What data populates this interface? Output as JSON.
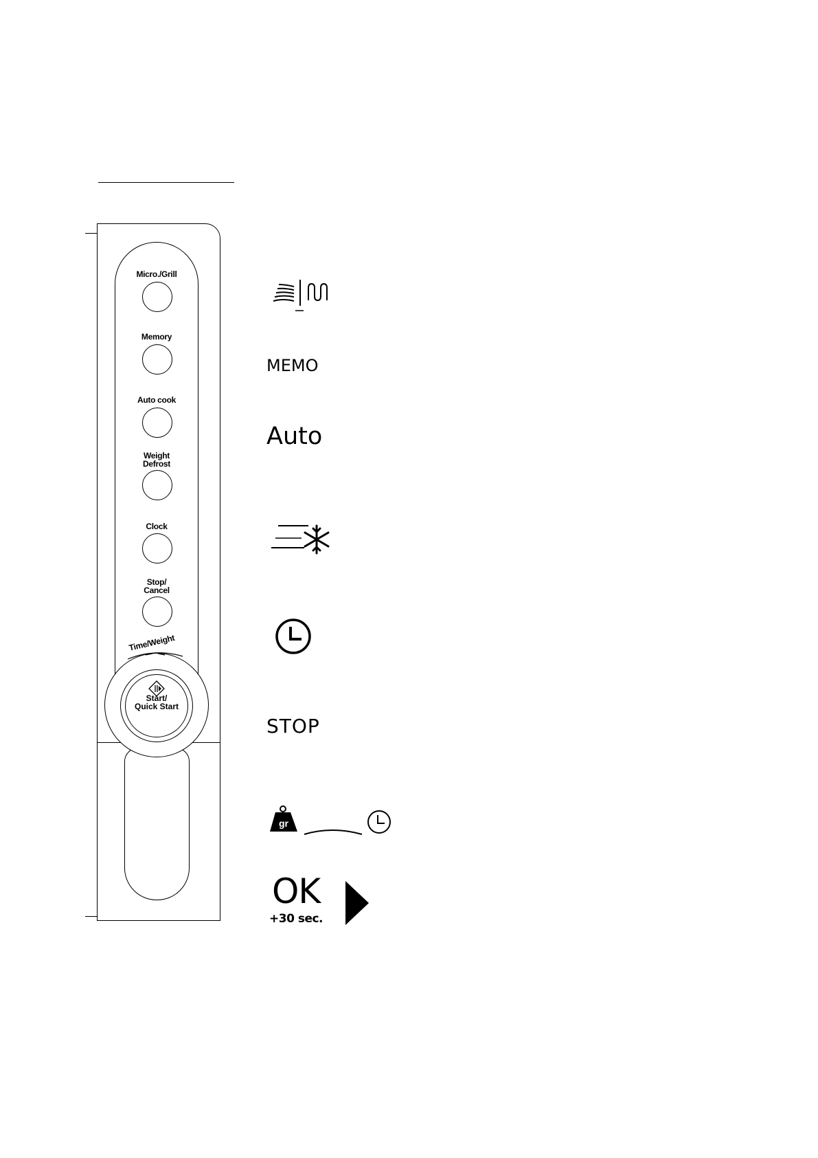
{
  "control_panel": {
    "buttons": [
      {
        "label_lines": [
          "Micro./Grill"
        ]
      },
      {
        "label_lines": [
          "Memory"
        ]
      },
      {
        "label_lines": [
          "Auto cook"
        ]
      },
      {
        "label_lines": [
          "Weight",
          "Defrost"
        ]
      },
      {
        "label_lines": [
          "Clock"
        ]
      },
      {
        "label_lines": [
          "Stop/",
          "Cancel"
        ]
      }
    ],
    "dial_label": "Time/Weight",
    "start_button": {
      "label_lines": [
        "Start/",
        "Quick Start"
      ]
    }
  },
  "symbols": {
    "microwave_grill": {
      "icon": "microwave-grill-icon"
    },
    "memo": {
      "text": "MEMO"
    },
    "auto": {
      "text": "Auto"
    },
    "defrost": {
      "icon": "snowflake-icon"
    },
    "clock": {
      "icon": "clock-icon"
    },
    "stop": {
      "text": "STOP"
    },
    "time_weight": {
      "icons": [
        "weight-gr-icon",
        "clock-icon"
      ],
      "weight_text": "gr"
    },
    "ok": {
      "text": "OK",
      "subtext": "+30 sec.",
      "icon": "play-triangle-icon"
    }
  }
}
